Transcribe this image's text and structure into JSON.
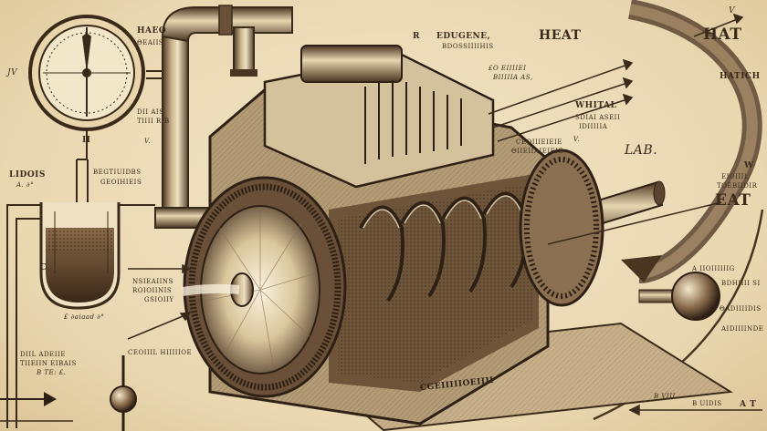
{
  "labels": {
    "gauge_title": "HAEO",
    "gauge_sub": "ΘEAIIS",
    "gauge_left": "JV",
    "gauge_note1": "DII AIS",
    "gauge_note2": "TIIII RIB",
    "gauge_mark": "V.",
    "gauge_bottom": "II",
    "reservoir_title": "LIDOIS",
    "reservoir_sub": "A. ∂°",
    "chamber_title": "BEGTIUIDBS",
    "chamber_sub": "GEOIHIEIS",
    "tank_mark": "C",
    "tank_caption": "£ ∂aiaad ∂°",
    "mid_note1": "NSIEAIINS",
    "mid_note2": "ROIOIINIS",
    "mid_note3": "GSIOIIY",
    "bottom_left1": "DIIL ADEIIE",
    "bottom_left2": "TIIEIIN EIBAIS",
    "bottom_left3": "B TE: £.",
    "bottom_mid": "CEOIIIL HIIIIIOE",
    "top_title": "EDUGENE,",
    "top_sub": "BDOSSIIIIHIS",
    "top_note1": "£O EIIIIEI",
    "top_note2": "BIIIIIA AS,",
    "heat_label": "HEAT",
    "heat_arrow_label": "HAT",
    "heatic_label": "HATICH",
    "whital_label": "WHITAL",
    "whital_sub1": "SDIAI ASEII",
    "whital_sub2": "IDIIIIIA",
    "whital_mark": "V.",
    "mid_right1": "CEOIIIEIEIE",
    "mid_right2": "ΘIIEIIAIEIEIE",
    "lab_label": "LAB.",
    "right_w": "W",
    "right_note1": "EIOIIIL",
    "right_note2": "TOEBIIDIR",
    "eat_label": "EAT",
    "sphere_note1": "A IIOIIIIIIG",
    "sphere_note2": "BDHIIII SI",
    "sphere_note3": "ΘADIIIIDIS",
    "sphere_note4": "AIDIIIINDE",
    "base_plate": "CGEIIIIIOEIIII",
    "bottom_right1": "B VIII",
    "bottom_right2": "B UIDIS",
    "bottom_right3": "A T",
    "top_mark": "R",
    "top_corner": "V"
  }
}
